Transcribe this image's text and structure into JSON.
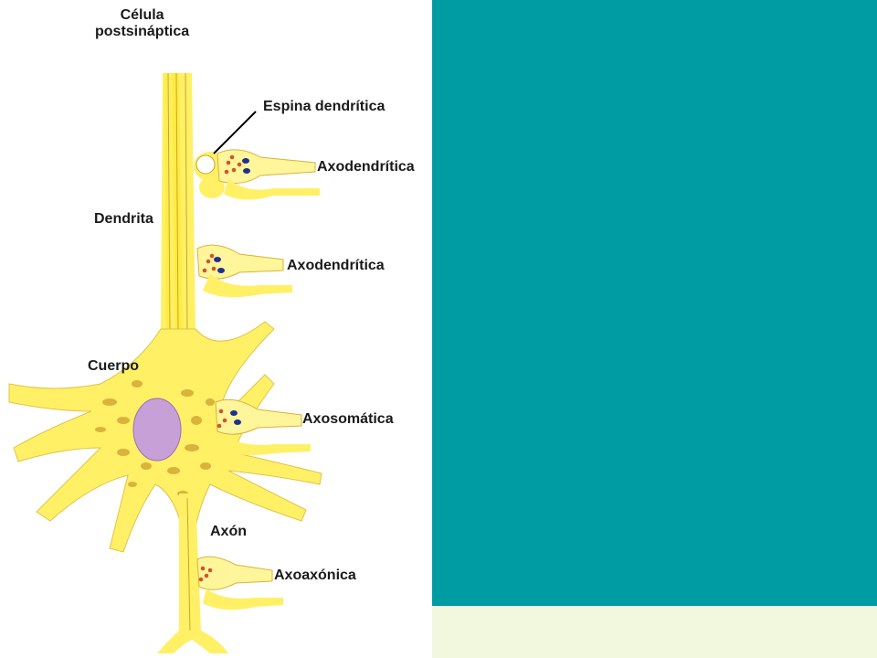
{
  "slide": {
    "colors": {
      "teal_panel": "#009ca3",
      "cream_strip": "#f1f8dd",
      "cell_yellow": "#fff066",
      "cell_fill": "#fff59a",
      "organelle": "#d9b33c",
      "nucleus": "#c8a0d8",
      "vesicle_red": "#d0542f",
      "vesicle_blue": "#1f2f8f"
    }
  },
  "diagram": {
    "labels": {
      "title": "Célula\npostsináptica",
      "espina": "Espina dendrítica",
      "axodendritica_1": "Axodendrítica",
      "axodendritica_2": "Axodendrítica",
      "dendrita": "Dendrita",
      "cuerpo": "Cuerpo",
      "axosomatica": "Axosomática",
      "axon": "Axón",
      "axoaxonica": "Axoaxónica"
    }
  }
}
